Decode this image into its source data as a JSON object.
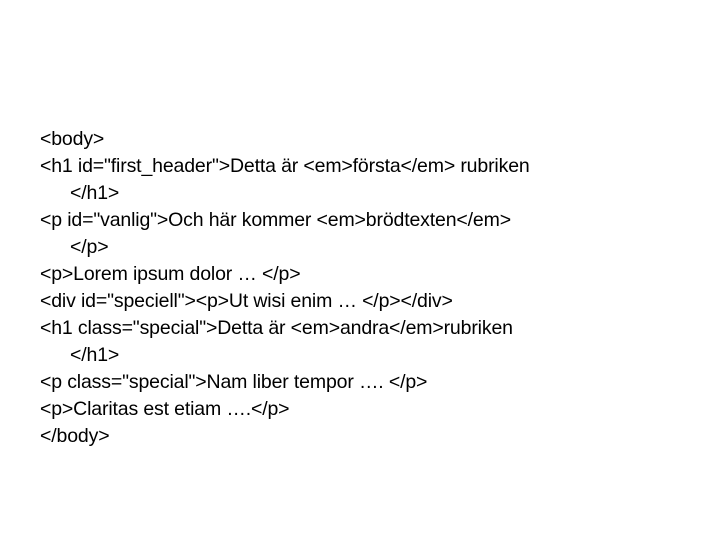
{
  "slide": {
    "background_color": "#ffffff",
    "text_color": "#000000",
    "code_listing": {
      "name": "html-body-markup-listing",
      "lines": [
        {
          "text": "<body>",
          "indented": false
        },
        {
          "text": "<h1 id=\"first_header\">Detta är <em>första</em> rubriken",
          "indented": false
        },
        {
          "text": "</h1>",
          "indented": true
        },
        {
          "text": "<p id=\"vanlig\">Och här kommer <em>brödtexten</em>",
          "indented": false
        },
        {
          "text": "</p>",
          "indented": true
        },
        {
          "text": "<p>Lorem ipsum dolor … </p>",
          "indented": false
        },
        {
          "text": "<div id=\"speciell\"><p>Ut wisi enim … </p></div>",
          "indented": false
        },
        {
          "text": "<h1 class=\"special\">Detta är <em>andra</em>rubriken",
          "indented": false
        },
        {
          "text": "</h1>",
          "indented": true
        },
        {
          "text": "<p class=\"special\">Nam liber tempor …. </p>",
          "indented": false
        },
        {
          "text": "<p>Claritas est etiam ….</p>",
          "indented": false
        },
        {
          "text": "</body>",
          "indented": false
        }
      ]
    }
  }
}
